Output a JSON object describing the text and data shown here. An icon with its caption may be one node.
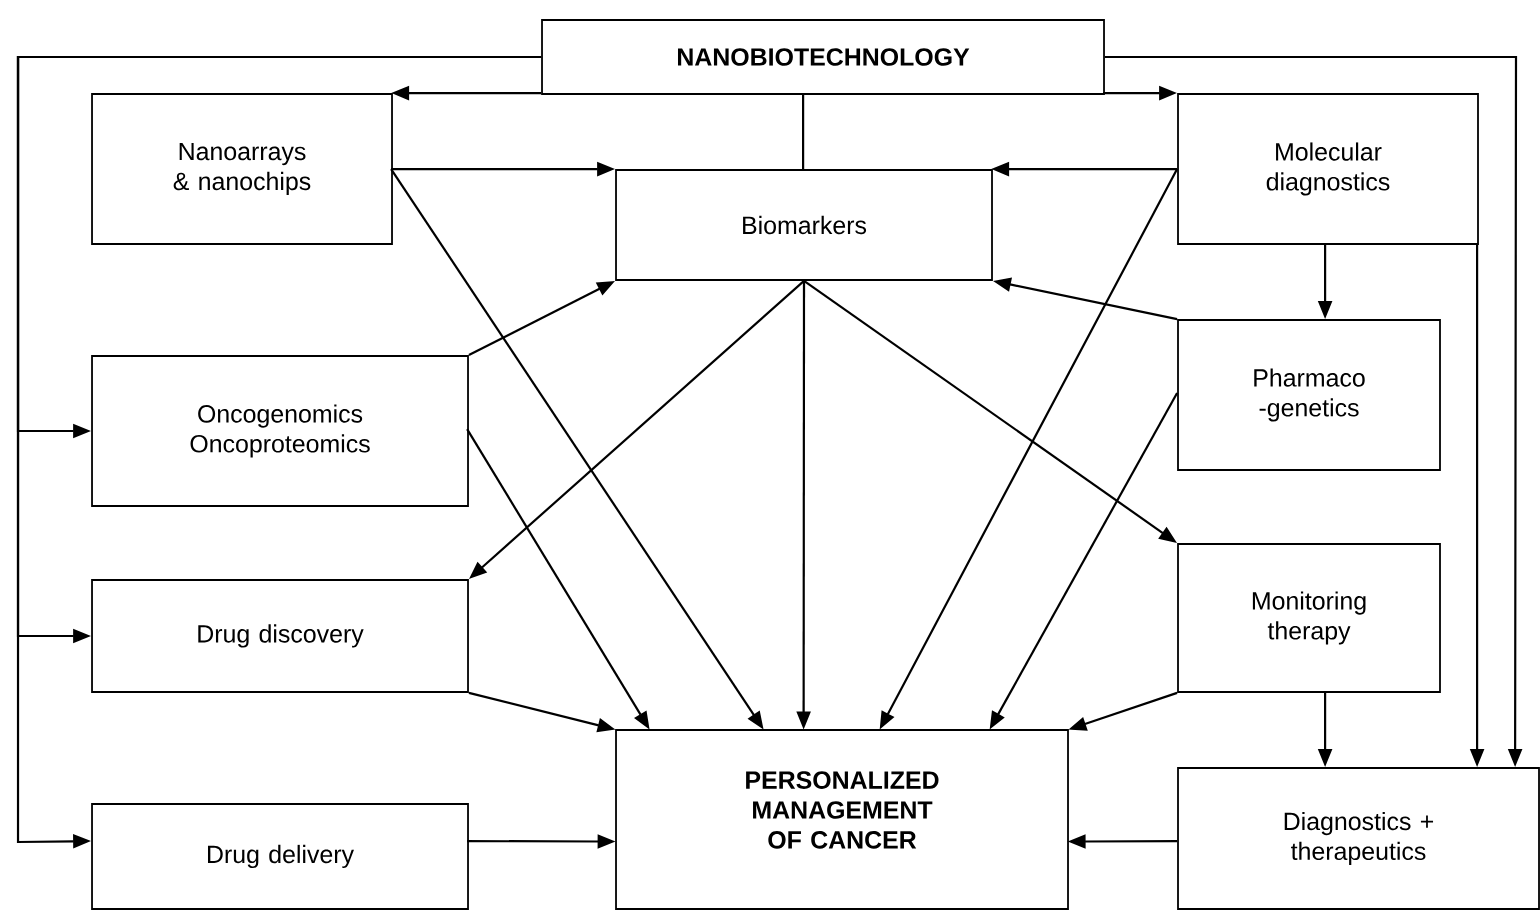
{
  "diagram": {
    "nodes": [
      {
        "text": [
          "NANOBIOTECHNOLOGY"
        ]
      },
      {
        "text": [
          "Nanoarrays & nanochips"
        ]
      },
      {
        "text": [
          "Biomarkers"
        ]
      },
      {
        "text": [
          "Molecular diagnostics"
        ]
      },
      {
        "text": [
          "Oncogenomics Oncoproteomics"
        ]
      },
      {
        "text": [
          "Pharmaco -genetics"
        ]
      },
      {
        "text": [
          "Drug discovery"
        ]
      },
      {
        "text": [
          "Monitoring therapy"
        ]
      },
      {
        "text": [
          "PERSONALIZED MANAGEMENT OF CANCER"
        ]
      },
      {
        "text": [
          "Drug delivery"
        ]
      },
      {
        "text": [
          "Diagnostics + therapeutics"
        ]
      }
    ],
    "edges": [
      {
        "from": 0,
        "to": 1,
        "arrow": "to"
      },
      {
        "from": 0,
        "to": 3,
        "arrow": "to"
      },
      {
        "from": 0,
        "to": 2,
        "arrow": "none"
      },
      {
        "from": 0,
        "to": 4,
        "arrow": "to"
      },
      {
        "from": 0,
        "to": 6,
        "arrow": "to"
      },
      {
        "from": 0,
        "to": 9,
        "arrow": "to"
      },
      {
        "from": 0,
        "to": 10,
        "arrow": "to"
      },
      {
        "from": 3,
        "to": 10,
        "arrow": "to"
      },
      {
        "from": 1,
        "to": 2,
        "arrow": "to"
      },
      {
        "from": 1,
        "to": 8,
        "arrow": "to"
      },
      {
        "from": 3,
        "to": 2,
        "arrow": "to"
      },
      {
        "from": 3,
        "to": 8,
        "arrow": "to"
      },
      {
        "from": 3,
        "to": 5,
        "arrow": "to"
      },
      {
        "from": 5,
        "to": 2,
        "arrow": "to"
      },
      {
        "from": 5,
        "to": 8,
        "arrow": "to"
      },
      {
        "from": 4,
        "to": 2,
        "arrow": "to"
      },
      {
        "from": 4,
        "to": 8,
        "arrow": "to"
      },
      {
        "from": 2,
        "to": 6,
        "arrow": "to"
      },
      {
        "from": 2,
        "to": 8,
        "arrow": "to"
      },
      {
        "from": 2,
        "to": 7,
        "arrow": "to"
      },
      {
        "from": 6,
        "to": 8,
        "arrow": "to"
      },
      {
        "from": 9,
        "to": 8,
        "arrow": "to"
      },
      {
        "from": 7,
        "to": 8,
        "arrow": "to"
      },
      {
        "from": 7,
        "to": 10,
        "arrow": "to"
      },
      {
        "from": 10,
        "to": 8,
        "arrow": "to"
      }
    ]
  }
}
